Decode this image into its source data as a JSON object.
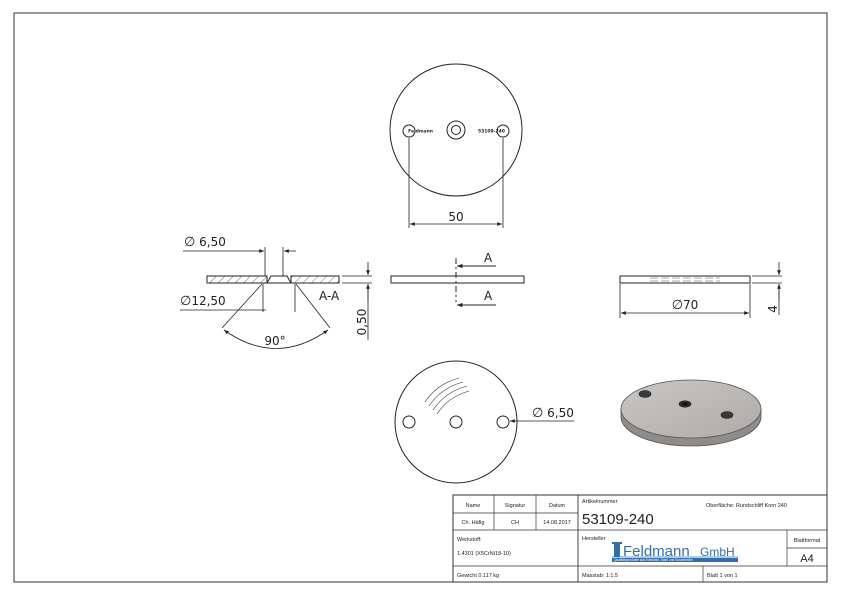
{
  "dimensions": {
    "top_span": "50",
    "hole_small_left": "6,50",
    "countersink": "12,50",
    "section_name": "A-A",
    "angle": "90°",
    "thickness_section": "0,50",
    "cut_label_top": "A",
    "cut_label_bottom": "A",
    "outer_diameter": "70",
    "thickness": "4",
    "hole_small_bottom": "6,50"
  },
  "engraving": {
    "left": "Feldmann",
    "right": "53109-240"
  },
  "title_block": {
    "name_header": "Name",
    "signature_header": "Signatur",
    "date_header": "Datum",
    "name_value": "Ch. Häfig",
    "signature_value": "CH",
    "date_value": "14.08.2017",
    "material_label": "Werkstoff:",
    "material_value": "1.4301 (X5CrNi18-10)",
    "weight": "Gewicht 0.117 kg",
    "article_label": "Artikelnummer",
    "article_number": "53109-240",
    "surface": "Oberfläche: Rundschliff Korn 240",
    "manufacturer_label": "Hersteller",
    "logo_name": "Feldmann",
    "logo_suffix": "GmbH",
    "logo_tagline": "Qualitätsprodukte aus Edelstahl, Stahl und Sonderteilen",
    "scale": "Masstab: 1:1.5",
    "sheet": "Blatt 1 von 1",
    "format_label": "Blattformat",
    "format_value": "A4"
  },
  "colors": {
    "line": "#222222",
    "plate_face": "#b9b6b4",
    "plate_edge": "#8f8c8a",
    "logo_blue": "#2f6fb0"
  }
}
